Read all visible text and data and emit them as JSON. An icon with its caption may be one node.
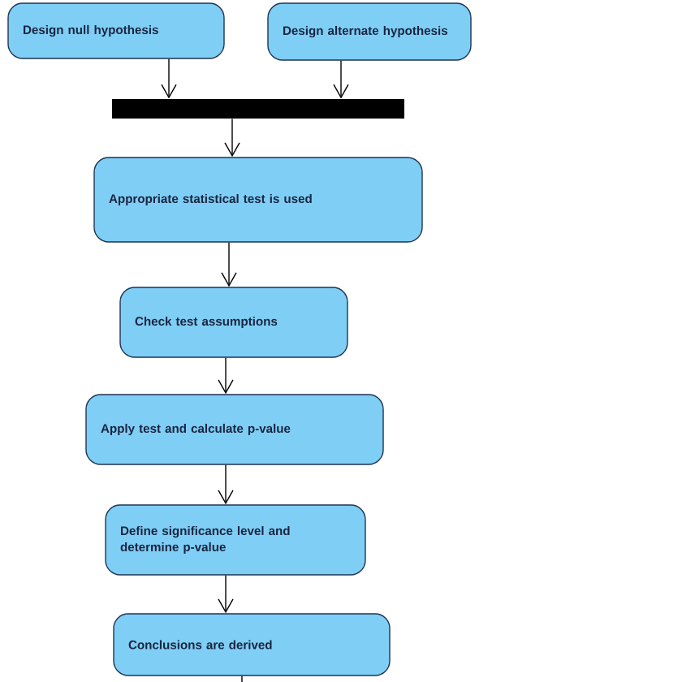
{
  "diagram": {
    "nodes": [
      {
        "text": [
          "Design null hypothesis"
        ]
      },
      {
        "text": [
          "Design alternate hypothesis"
        ]
      },
      {
        "text": [],
        "shape": "bar"
      },
      {
        "text": [
          "Appropriate statistical test is used"
        ]
      },
      {
        "text": [
          "Check test assumptions"
        ]
      },
      {
        "text": [
          "Apply test and calculate p-value"
        ]
      },
      {
        "text": [
          "Define significance level and determine p-value"
        ]
      },
      {
        "text": [
          "Conclusions are derived"
        ]
      }
    ],
    "edges": [
      {
        "from": 0,
        "to": 2,
        "arrow": "to"
      },
      {
        "from": 1,
        "to": 2,
        "arrow": "to"
      },
      {
        "from": 2,
        "to": 3,
        "arrow": "to"
      },
      {
        "from": 3,
        "to": 4,
        "arrow": "to"
      },
      {
        "from": 4,
        "to": 5,
        "arrow": "to"
      },
      {
        "from": 5,
        "to": 6,
        "arrow": "to"
      },
      {
        "from": 6,
        "to": 7,
        "arrow": "to"
      },
      {
        "from": 7,
        "to": null,
        "arrow": "none"
      }
    ]
  }
}
